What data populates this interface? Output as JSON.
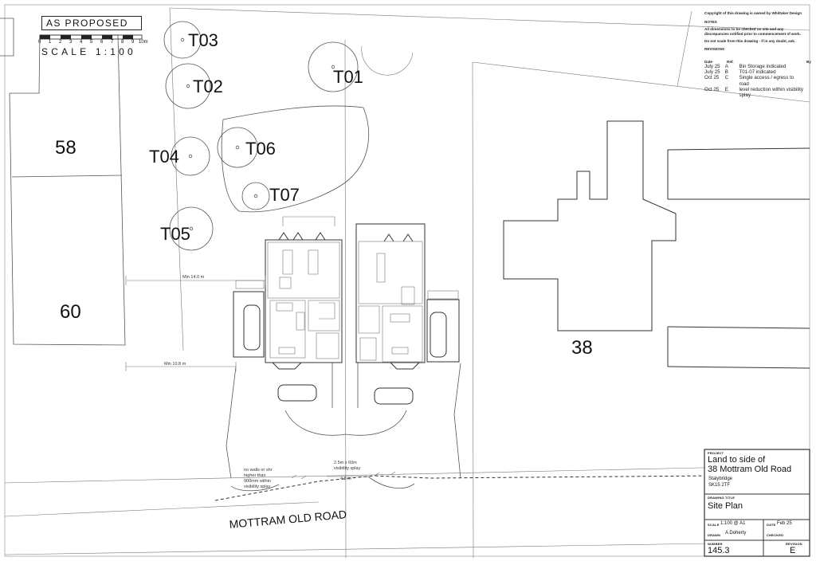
{
  "header": {
    "status": "AS PROPOSED",
    "scale": "SCALE 1:100",
    "bar_ticks": [
      "0",
      "1",
      "2",
      "3",
      "4",
      "5",
      "6",
      "7",
      "8",
      "9",
      "10m"
    ]
  },
  "trees": [
    "T01",
    "T02",
    "T03",
    "T04",
    "T05",
    "T06",
    "T07"
  ],
  "plots": {
    "p58": "58",
    "p60": "60",
    "p38": "38"
  },
  "road": {
    "name": "MOTTRAM OLD ROAD"
  },
  "dims": {
    "min14": "Min 14.0 m",
    "min108": "Min 10.8 m",
    "splay_a": "2.5m x 60m",
    "splay_b": "visibility splay",
    "w48": "4.8 m",
    "nowall_1": "no walls or shr",
    "nowall_2": "higher than",
    "nowall_3": "900mm within",
    "nowall_4": "visibility splay"
  },
  "notes": {
    "copyright": "Copyright of this drawing is owned by Whittaker Design",
    "title": "NOTES",
    "n1": "All dimensions to be checked on site and any discrepancies notified prior to commencement of work.",
    "n2": "Do not scale from this drawing - if in any doubt, ask.",
    "rev_title": "REVISIONS",
    "col_date": "Date",
    "col_ref": "Ref.",
    "col_by": "By"
  },
  "revisions": [
    {
      "date": "July 25",
      "ref": "A",
      "desc": "Bin Storage indicated"
    },
    {
      "date": "July 25",
      "ref": "B",
      "desc": "T01-07 indicated"
    },
    {
      "date": "Oct  25",
      "ref": "C",
      "desc": "Single access / egress to road"
    },
    {
      "date": "Oct  25",
      "ref": "E",
      "desc": "level reduction within visibility splay"
    }
  ],
  "title_block": {
    "project_label": "PROJECT",
    "project_1": "Land to side of",
    "project_2": "38 Mottram Old Road",
    "town": "Stalybridge",
    "postcode": "SK15 2TF",
    "drawing_label": "DRAWING TITLE",
    "drawing_title": "Site Plan",
    "scale_label": "SCALE",
    "scale_value": "1:100 @ A1",
    "date_label": "DATE",
    "date_value": "Feb 25",
    "drawn_label": "DRAWN",
    "drawn_value": "A Doherty",
    "checked_label": "CHECKED",
    "number_label": "NUMBER",
    "number_value": "145.3",
    "revision_label": "REVISION",
    "revision_value": "E"
  }
}
